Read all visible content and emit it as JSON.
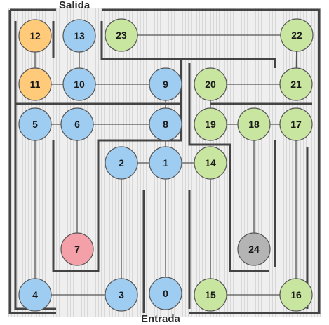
{
  "labels": {
    "exit": "Salida",
    "entrance": "Entrada"
  },
  "colors": {
    "yellow": "#ffcb7a",
    "blue": "#9fcdf2",
    "green": "#c8e6a0",
    "red": "#f4a0a8",
    "gray": "#b4b4b4",
    "node_stroke": "#555555",
    "edge": "#555555",
    "wall": "#444444",
    "floor": "#eeeeee"
  },
  "nodes": [
    {
      "id": "0",
      "color": "blue"
    },
    {
      "id": "1",
      "color": "blue"
    },
    {
      "id": "2",
      "color": "blue"
    },
    {
      "id": "3",
      "color": "blue"
    },
    {
      "id": "4",
      "color": "blue"
    },
    {
      "id": "5",
      "color": "blue"
    },
    {
      "id": "6",
      "color": "blue"
    },
    {
      "id": "7",
      "color": "red"
    },
    {
      "id": "8",
      "color": "blue"
    },
    {
      "id": "9",
      "color": "blue"
    },
    {
      "id": "10",
      "color": "blue"
    },
    {
      "id": "11",
      "color": "yellow"
    },
    {
      "id": "12",
      "color": "yellow"
    },
    {
      "id": "13",
      "color": "blue"
    },
    {
      "id": "14",
      "color": "green"
    },
    {
      "id": "15",
      "color": "green"
    },
    {
      "id": "16",
      "color": "green"
    },
    {
      "id": "17",
      "color": "green"
    },
    {
      "id": "18",
      "color": "green"
    },
    {
      "id": "19",
      "color": "green"
    },
    {
      "id": "20",
      "color": "green"
    },
    {
      "id": "21",
      "color": "green"
    },
    {
      "id": "22",
      "color": "green"
    },
    {
      "id": "23",
      "color": "green"
    },
    {
      "id": "24",
      "color": "gray"
    }
  ],
  "edges": [
    [
      "0",
      "1"
    ],
    [
      "1",
      "2"
    ],
    [
      "1",
      "8"
    ],
    [
      "1",
      "14"
    ],
    [
      "2",
      "3"
    ],
    [
      "3",
      "4"
    ],
    [
      "4",
      "5"
    ],
    [
      "5",
      "6"
    ],
    [
      "6",
      "7"
    ],
    [
      "6",
      "8"
    ],
    [
      "8",
      "9"
    ],
    [
      "9",
      "10"
    ],
    [
      "10",
      "11"
    ],
    [
      "10",
      "13"
    ],
    [
      "11",
      "12"
    ],
    [
      "14",
      "15"
    ],
    [
      "15",
      "16"
    ],
    [
      "16",
      "17"
    ],
    [
      "17",
      "18"
    ],
    [
      "18",
      "19"
    ],
    [
      "18",
      "24"
    ],
    [
      "19",
      "20"
    ],
    [
      "20",
      "21"
    ],
    [
      "21",
      "22"
    ],
    [
      "22",
      "23"
    ]
  ]
}
